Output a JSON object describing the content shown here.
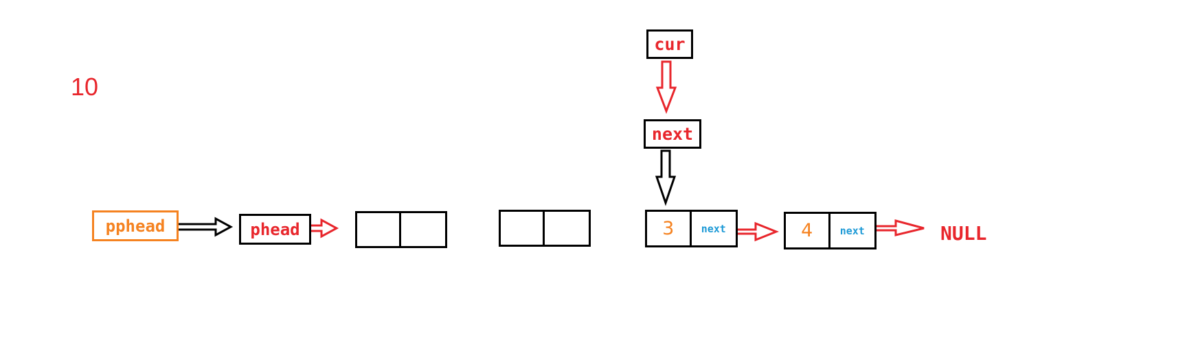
{
  "counter": "10",
  "colors": {
    "red": "#e8262c",
    "orange": "#f58220",
    "blue": "#1e9ad6",
    "black": "#000000"
  },
  "pointers": {
    "pphead": "pphead",
    "phead": "phead",
    "cur": "cur",
    "next": "next"
  },
  "nodes": [
    {
      "value": "",
      "next": ""
    },
    {
      "value": "",
      "next": ""
    },
    {
      "value": "3",
      "next": "next"
    },
    {
      "value": "4",
      "next": "next"
    }
  ],
  "terminator": "NULL"
}
